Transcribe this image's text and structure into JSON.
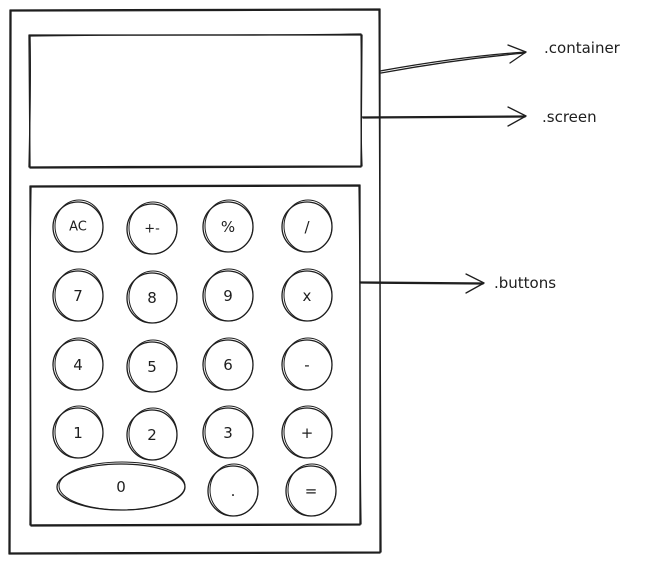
{
  "labels": {
    "container": ".container",
    "screen": ".screen",
    "buttons": ".buttons"
  },
  "screen": {
    "display": ""
  },
  "keypad": [
    {
      "key": "ac",
      "label": "AC"
    },
    {
      "key": "plus-minus",
      "label": "+-"
    },
    {
      "key": "percent",
      "label": "%"
    },
    {
      "key": "divide",
      "label": "/"
    },
    {
      "key": "7",
      "label": "7"
    },
    {
      "key": "8",
      "label": "8"
    },
    {
      "key": "9",
      "label": "9"
    },
    {
      "key": "multiply",
      "label": "x"
    },
    {
      "key": "4",
      "label": "4"
    },
    {
      "key": "5",
      "label": "5"
    },
    {
      "key": "6",
      "label": "6"
    },
    {
      "key": "minus",
      "label": "-"
    },
    {
      "key": "1",
      "label": "1"
    },
    {
      "key": "2",
      "label": "2"
    },
    {
      "key": "3",
      "label": "3"
    },
    {
      "key": "plus",
      "label": "+"
    },
    {
      "key": "0",
      "label": "0"
    },
    {
      "key": "decimal",
      "label": "."
    },
    {
      "key": "equals",
      "label": "="
    }
  ]
}
